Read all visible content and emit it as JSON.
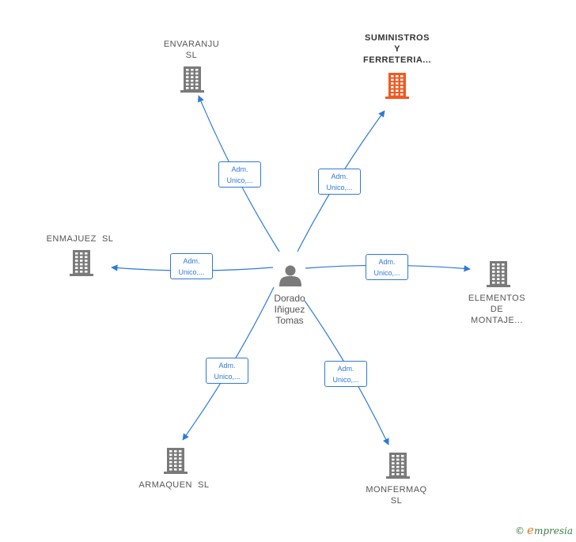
{
  "colors": {
    "edge": "#2e7ad6",
    "building": "#7a7a7a",
    "building_highlight": "#f05a22",
    "person": "#7a7a7a"
  },
  "center": {
    "name_lines": [
      "Dorado",
      "Iñiguez",
      "Tomas"
    ],
    "icon": "person-icon"
  },
  "companies": [
    {
      "id": "envaranju",
      "lines": [
        "ENVARANJU",
        "SL"
      ],
      "highlight": false,
      "icon": "building-icon"
    },
    {
      "id": "suministros",
      "lines": [
        "SUMINISTROS",
        "Y",
        "FERRETERIA..."
      ],
      "highlight": true,
      "icon": "building-icon"
    },
    {
      "id": "enmajuez",
      "lines": [
        "ENMAJUEZ  SL"
      ],
      "highlight": false,
      "icon": "building-icon"
    },
    {
      "id": "elementos",
      "lines": [
        "ELEMENTOS",
        "DE",
        "MONTAJE..."
      ],
      "highlight": false,
      "icon": "building-icon"
    },
    {
      "id": "armaquen",
      "lines": [
        "ARMAQUEN  SL"
      ],
      "highlight": false,
      "icon": "building-icon"
    },
    {
      "id": "monfermaq",
      "lines": [
        "MONFERMAQ",
        "SL"
      ],
      "highlight": false,
      "icon": "building-icon"
    }
  ],
  "relations": [
    {
      "to": "envaranju",
      "lines": [
        "Adm.",
        "Unico,..."
      ]
    },
    {
      "to": "suministros",
      "lines": [
        "Adm.",
        "Unico,..."
      ]
    },
    {
      "to": "enmajuez",
      "lines": [
        "Adm.",
        "Unico,..."
      ]
    },
    {
      "to": "elementos",
      "lines": [
        "Adm.",
        "Unico,..."
      ]
    },
    {
      "to": "armaquen",
      "lines": [
        "Adm.",
        "Unico,..."
      ]
    },
    {
      "to": "monfermaq",
      "lines": [
        "Adm.",
        "Unico,..."
      ]
    }
  ],
  "footer": {
    "copyright": "©",
    "brand_initial": "e",
    "brand_rest": "mpresia"
  }
}
